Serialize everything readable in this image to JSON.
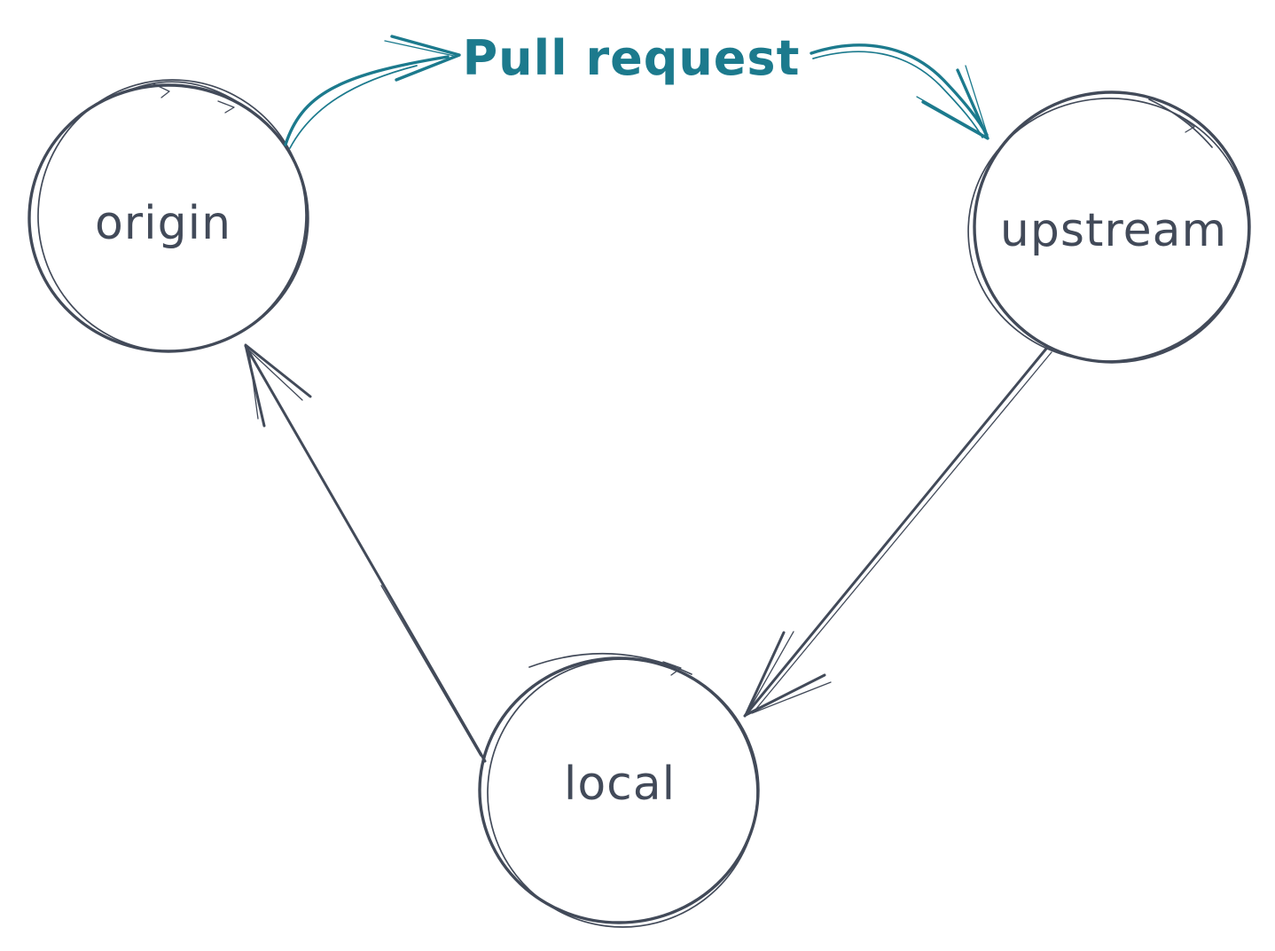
{
  "diagram": {
    "nodes": [
      {
        "id": "origin",
        "label": "origin"
      },
      {
        "id": "upstream",
        "label": "upstream"
      },
      {
        "id": "local",
        "label": "local"
      }
    ],
    "edges": [
      {
        "from": "origin",
        "to": "upstream",
        "label": "Pull request",
        "color": "#1C7A8D"
      },
      {
        "from": "upstream",
        "to": "local",
        "label": "",
        "color": "#424A59"
      },
      {
        "from": "local",
        "to": "origin",
        "label": "",
        "color": "#424A59"
      }
    ],
    "colors": {
      "ink": "#424A59",
      "accent": "#1C7A8D",
      "background": "#FFFFFF"
    }
  }
}
